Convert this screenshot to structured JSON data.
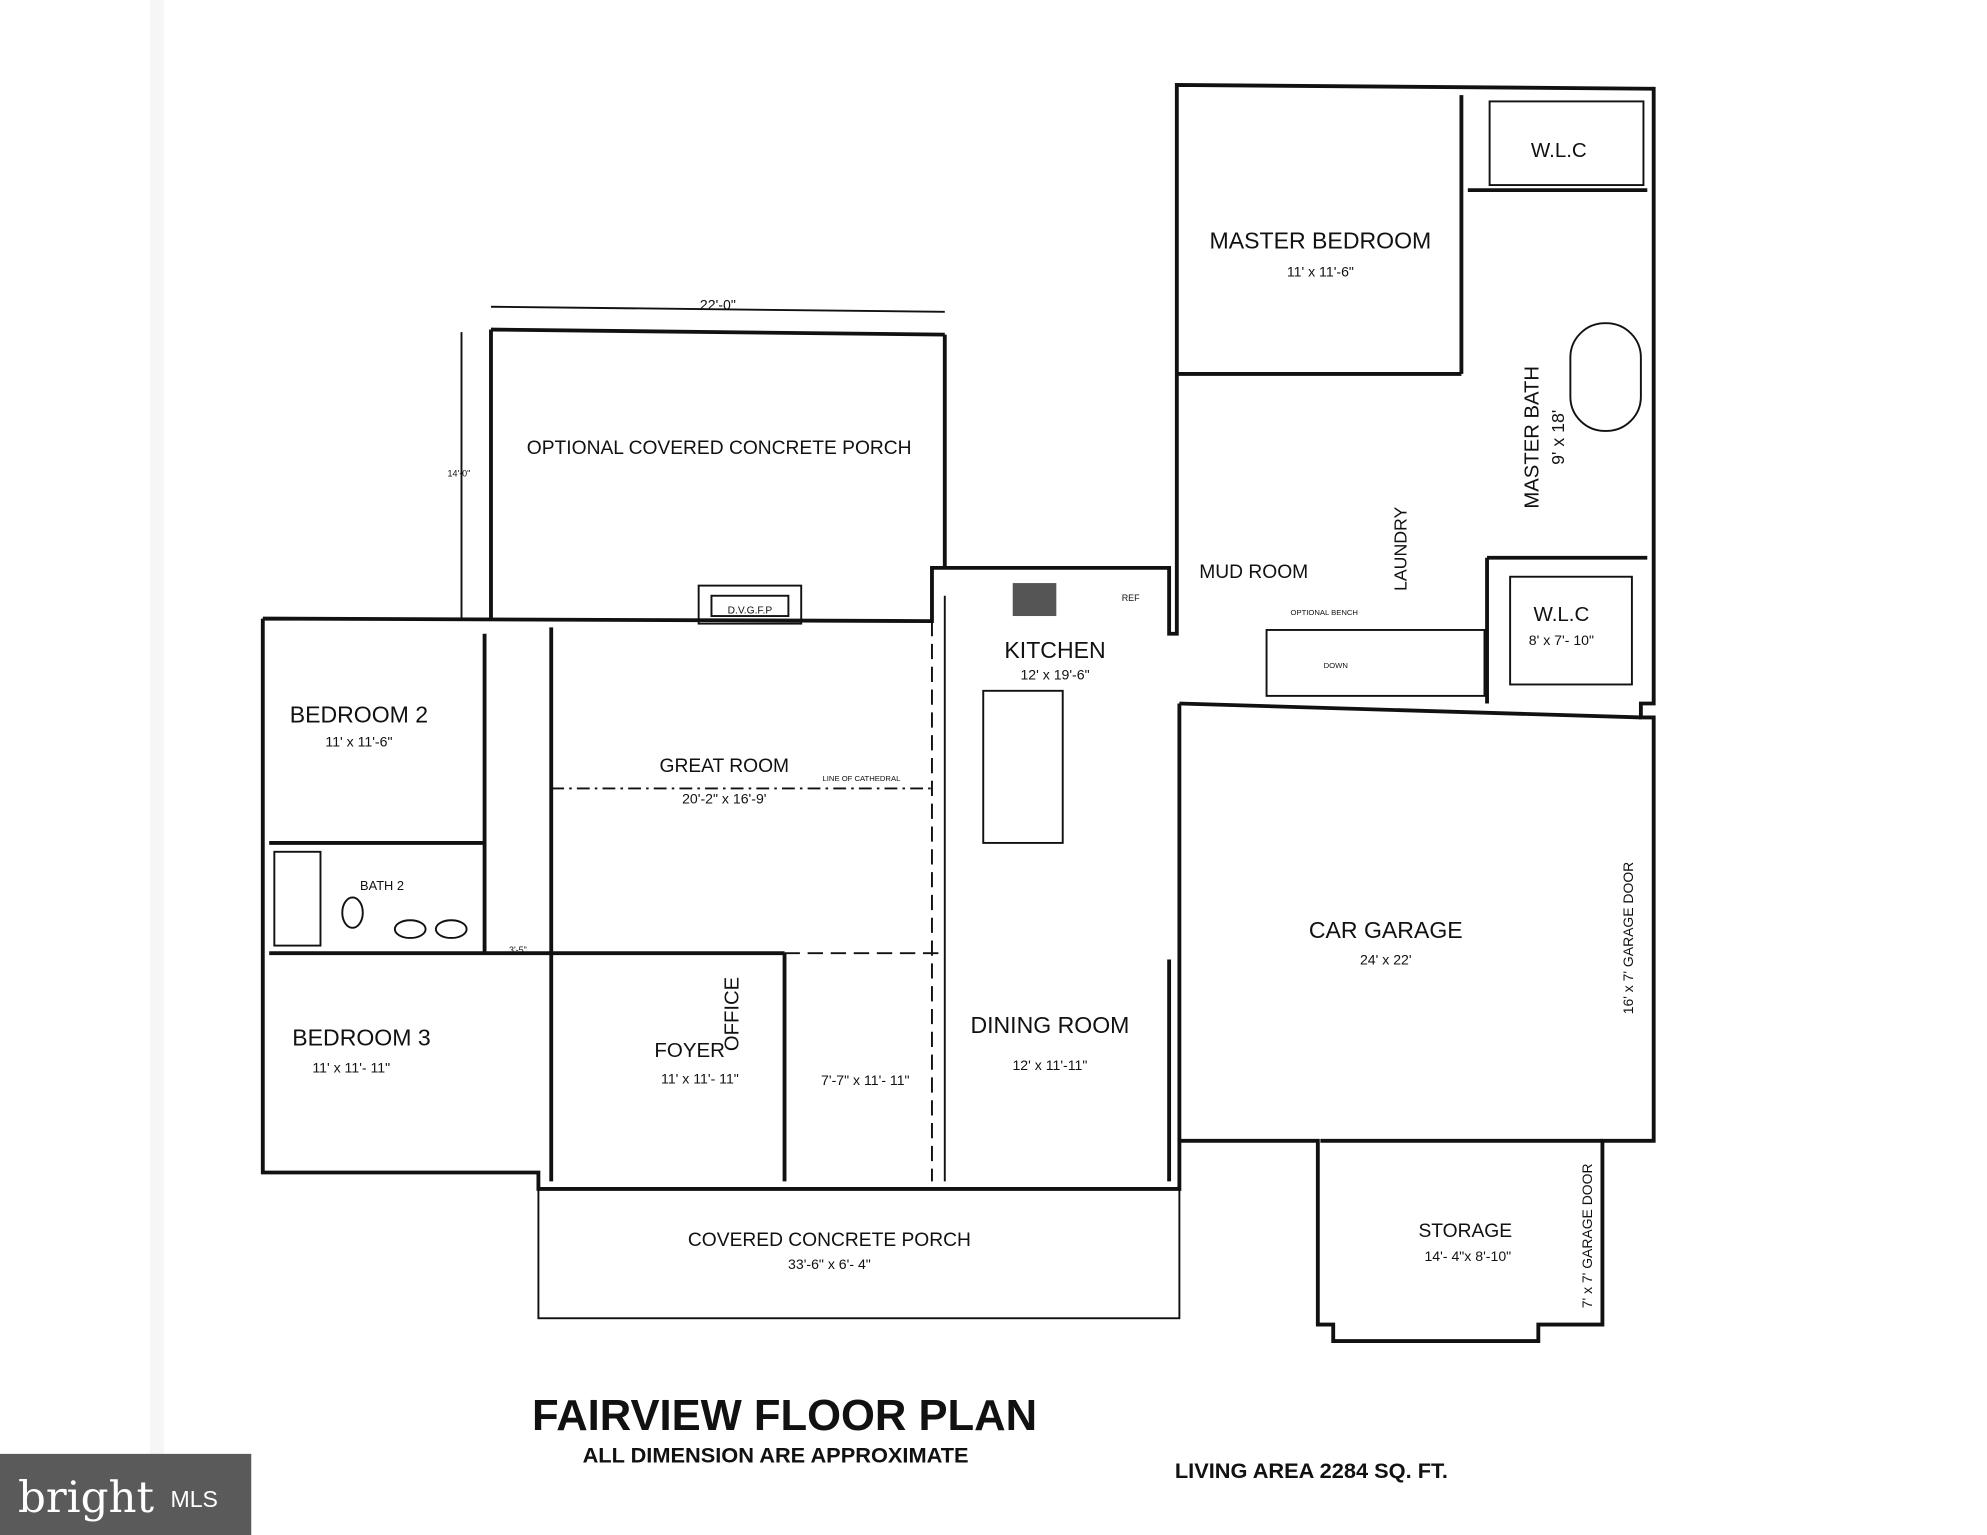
{
  "plan": {
    "title": "FAIRVIEW FLOOR PLAN",
    "subtitle": "ALL DIMENSION ARE APPROXIMATE",
    "living_area": "LIVING AREA 2284 SQ. FT.",
    "rooms": {
      "opt_porch": {
        "name": "OPTIONAL COVERED CONCRETE PORCH",
        "width": "22'-0\"",
        "depth": "14'-0\""
      },
      "fireplace": "D.V.G.F.P",
      "master_bedroom": {
        "name": "MASTER BEDROOM",
        "size": "11' x 11'-6\""
      },
      "wlc_top": {
        "name": "W.L.C"
      },
      "master_bath": {
        "name": "MASTER BATH",
        "size": "9' x 18'"
      },
      "mud_room": {
        "name": "MUD ROOM"
      },
      "laundry": {
        "name": "LAUNDRY"
      },
      "optional_bench": "OPTIONAL BENCH",
      "stairs": "DOWN",
      "wlc_bottom": {
        "name": "W.L.C",
        "size": "8' x 7'- 10\""
      },
      "kitchen": {
        "name": "KITCHEN",
        "size": "12' x 19'-6\"",
        "ref": "REF"
      },
      "bedroom2": {
        "name": "BEDROOM 2",
        "size": "11' x 11'-6\""
      },
      "great_room": {
        "name": "GREAT ROOM",
        "size": "20'-2\" x 16'-9'",
        "cathedral": "LINE OF CATHEDRAL"
      },
      "bath2": {
        "name": "BATH 2",
        "hall": "3'-5\""
      },
      "car_garage": {
        "name": "CAR GARAGE",
        "size": "24' x 22'",
        "door": "16' x 7' GARAGE DOOR"
      },
      "bedroom3": {
        "name": "BEDROOM 3",
        "size": "11' x 11'- 11\""
      },
      "foyer": {
        "name": "FOYER",
        "size": "11' x 11'- 11\""
      },
      "office": {
        "name": "OFFICE",
        "size": "7'-7\" x 11'- 11\""
      },
      "dining_room": {
        "name": "DINING ROOM",
        "size": "12' x 11'-11\""
      },
      "front_porch": {
        "name": "COVERED CONCRETE PORCH",
        "size": "33'-6\" x 6'- 4\""
      },
      "storage": {
        "name": "STORAGE",
        "size": "14'- 4\"x 8'-10\"",
        "door": "7' x 7' GARAGE DOOR"
      }
    }
  },
  "watermark": {
    "brand": "bright",
    "suffix": "MLS",
    "background": "#5a5a5a"
  }
}
